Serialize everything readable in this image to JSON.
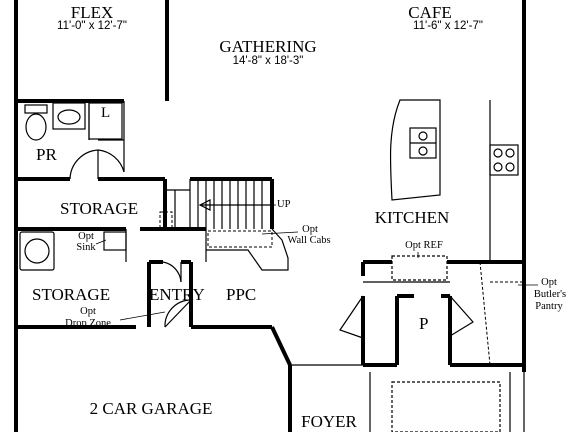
{
  "rooms": {
    "flex": {
      "name": "FLEX",
      "dims": "11'-0\" x 12'-7\""
    },
    "cafe": {
      "name": "CAFE",
      "dims": "11'-6\" x 12'-7\""
    },
    "gathering": {
      "name": "GATHERING",
      "dims": "14'-8\" x 18'-3\""
    },
    "powder": {
      "name": "PR"
    },
    "linen": {
      "name": "L"
    },
    "storage_upper": {
      "name": "STORAGE"
    },
    "storage_lower": {
      "name": "STORAGE"
    },
    "kitchen": {
      "name": "KITCHEN"
    },
    "entry": {
      "name": "ENTRY"
    },
    "ppc": {
      "name": "PPC"
    },
    "pantry": {
      "name": "P"
    },
    "garage": {
      "name": "2 CAR GARAGE"
    },
    "foyer": {
      "name": "FOYER"
    }
  },
  "notes": {
    "stair_up": "UP",
    "opt_wall_cabs_1": "Opt",
    "opt_wall_cabs_2": "Wall Cabs",
    "opt_sink_1": "Opt",
    "opt_sink_2": "Sink",
    "opt_ref": "Opt REF",
    "opt_drop_zone_1": "Opt",
    "opt_drop_zone_2": "Drop Zone",
    "butlers_pantry_1": "Opt",
    "butlers_pantry_2": "Butler's",
    "butlers_pantry_3": "Pantry"
  }
}
